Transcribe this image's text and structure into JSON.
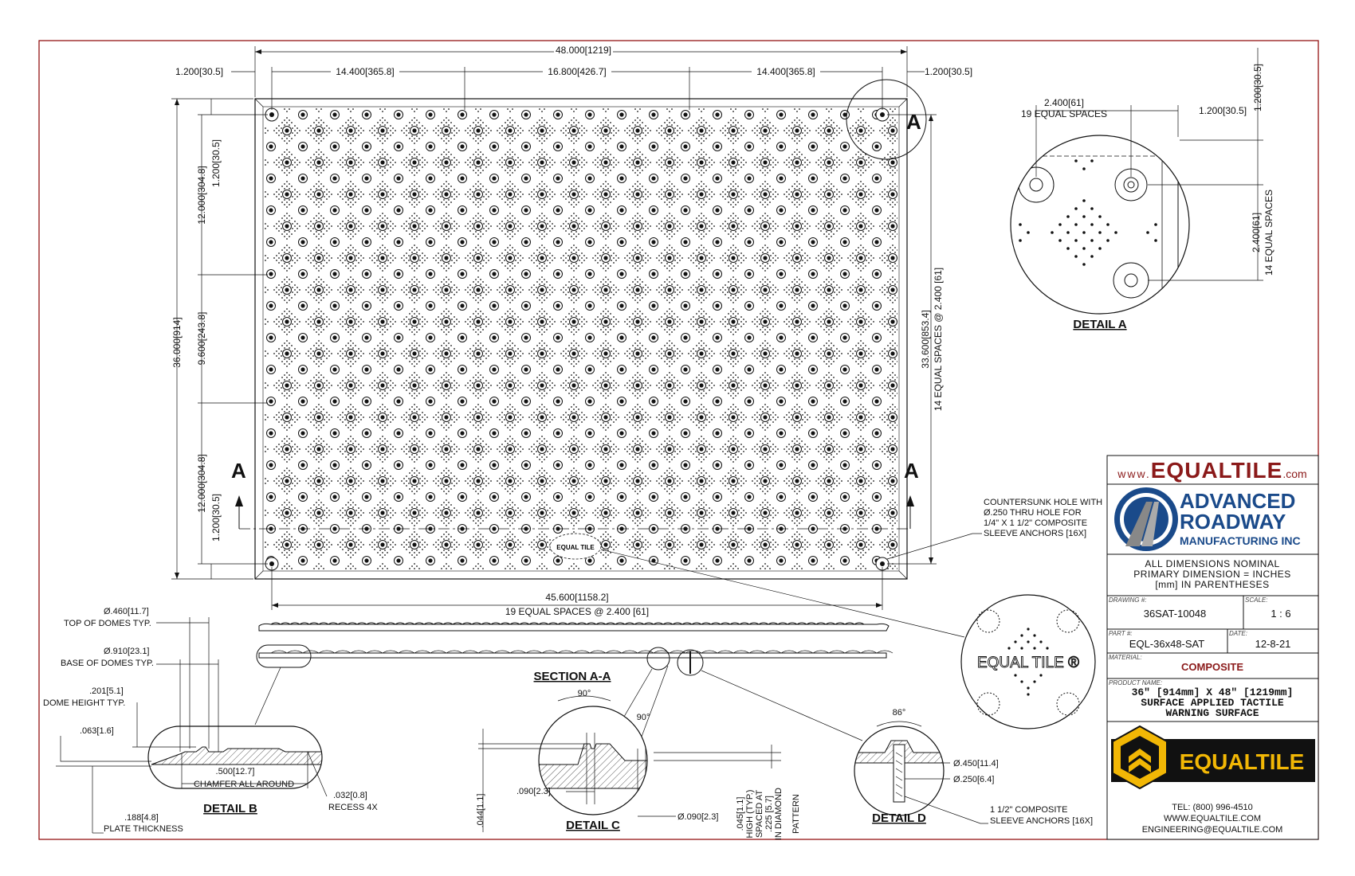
{
  "dimensions": {
    "overall_width": "48.000[1219]",
    "edge_left": "1.200[30.5]",
    "edge_right": "1.200[30.5]",
    "span_a": "14.400[365.8]",
    "span_b": "16.800[426.7]",
    "span_c": "14.400[365.8]",
    "overall_height": "36.000[914]",
    "v_12a": "12.000[304.8]",
    "v_1200a": "1.200[30.5]",
    "v_96": "9.600[243.8]",
    "v_12b": "12.000[304.8]",
    "v_1200b": "1.200[30.5]",
    "right_height": "33.600[853.4]",
    "right_spaces": "14 EQUAL SPACES @ 2.400 [61]",
    "bottom_width": "45.600[1158.2]",
    "bottom_spaces": "19 EQUAL SPACES @ 2.400 [61]"
  },
  "section_markers": {
    "a_left": "A",
    "a_right": "A",
    "a_detail": "A"
  },
  "countersunk_note": [
    "COUNTERSUNK HOLE WITH",
    "Ø.250 THRU HOLE FOR",
    "1/4\" X 1 1/2\" COMPOSITE",
    "SLEEVE ANCHORS [16X]"
  ],
  "tile_stamp": "EQUAL TILE",
  "tile_stamp_big": "EQUAL TILE ®",
  "detail_a": {
    "title": "DETAIL A",
    "h_dim": "2.400[61]",
    "h_spaces": "19 EQUAL SPACES",
    "h_edge": "1.200[30.5]",
    "v_edge": "1.200[30.5]",
    "v_dim": "2.400[61]",
    "v_spaces": "14 EQUAL SPACES"
  },
  "section_aa": {
    "title": "SECTION A-A"
  },
  "detail_b": {
    "title": "DETAIL B",
    "top_dome": [
      "Ø.460[11.7]",
      "TOP OF DOMES TYP."
    ],
    "base_dome": [
      "Ø.910[23.1]",
      "BASE OF DOMES TYP."
    ],
    "dome_height": [
      ".201[5.1]",
      "DOME HEIGHT TYP."
    ],
    "edge": ".063[1.6]",
    "chamfer_dim": ".500[12.7]",
    "chamfer": "CHAMFER ALL AROUND",
    "recess": [
      ".032[0.8]",
      "RECESS 4X"
    ],
    "plate": [
      ".188[4.8]",
      "PLATE THICKNESS"
    ]
  },
  "detail_c": {
    "title": "DETAIL C",
    "angle1": "90°",
    "angle2": "90°",
    "dim_090": ".090[2.3]",
    "dim_044": ".044[1.1]",
    "hole": "Ø.090[2.3]",
    "note": [
      ".045[1.1]",
      "HIGH (TYP.)",
      "SPACED AT",
      ".225 [5.7]",
      "IN DIAMOND",
      "PATTERN"
    ]
  },
  "detail_d": {
    "title": "DETAIL D",
    "angle": "86°",
    "d1": "Ø.450[11.4]",
    "d2": "Ø.250[6.4]",
    "anchor": [
      "1 1/2\" COMPOSITE",
      "SLEEVE ANCHORS [16X]"
    ]
  },
  "title_block": {
    "web_prefix": "www.",
    "web_brand": "EQUALTILE",
    "web_suffix": ".com",
    "company_line1": "ADVANCED",
    "company_line2": "ROADWAY",
    "company_line3": "MANUFACTURING INC",
    "note1": "ALL DIMENSIONS NOMINAL",
    "note2": "PRIMARY DIMENSION = INCHES",
    "note3": "[mm] IN PARENTHESES",
    "drawing_label": "DRAWING #:",
    "drawing": "36SAT-10048",
    "scale_label": "SCALE:",
    "scale": "1 : 6",
    "part_label": "PART #:",
    "part": "EQL-36x48-SAT",
    "date_label": "DATE:",
    "date": "12-8-21",
    "material_label": "MATERIAL:",
    "material": "COMPOSITE",
    "product_label": "PRODUCT NAME:",
    "product1": "36\" [914mm] X 48\" [1219mm]",
    "product2": "SURFACE APPLIED TACTILE",
    "product3": "WARNING SURFACE",
    "logo_text": "EQUALTILE",
    "tel": "TEL: (800) 996-4510",
    "web": "WWW.EQUALTILE.COM",
    "email": "ENGINEERING@EQUALTILE.COM"
  },
  "colors": {
    "frame": "#8b0000",
    "brand_red": "#8b1a1a",
    "brand_blue": "#1a4a8a",
    "logo_gold": "#f2b705"
  }
}
